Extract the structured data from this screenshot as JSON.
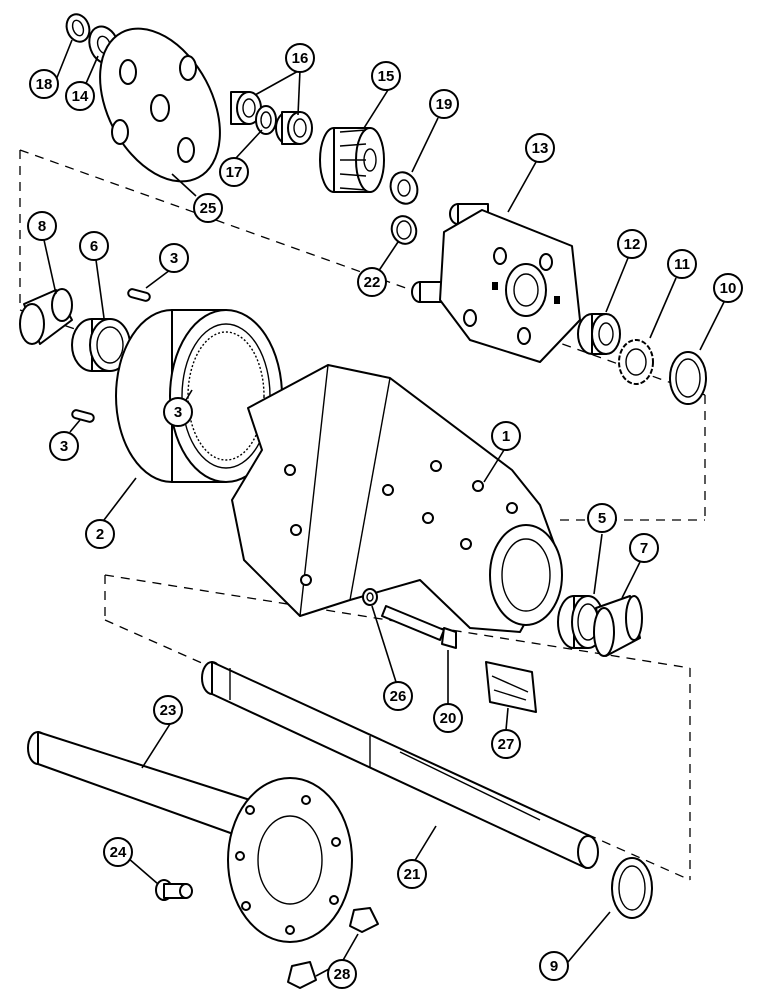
{
  "callouts": [
    {
      "id": "c1",
      "number": "1"
    },
    {
      "id": "c2",
      "number": "2"
    },
    {
      "id": "c3a",
      "number": "3"
    },
    {
      "id": "c3b",
      "number": "3"
    },
    {
      "id": "c3c",
      "number": "3"
    },
    {
      "id": "c5",
      "number": "5"
    },
    {
      "id": "c6",
      "number": "6"
    },
    {
      "id": "c7",
      "number": "7"
    },
    {
      "id": "c8",
      "number": "8"
    },
    {
      "id": "c9",
      "number": "9"
    },
    {
      "id": "c10",
      "number": "10"
    },
    {
      "id": "c11",
      "number": "11"
    },
    {
      "id": "c12",
      "number": "12"
    },
    {
      "id": "c13",
      "number": "13"
    },
    {
      "id": "c14",
      "number": "14"
    },
    {
      "id": "c15",
      "number": "15"
    },
    {
      "id": "c16",
      "number": "16"
    },
    {
      "id": "c17",
      "number": "17"
    },
    {
      "id": "c18",
      "number": "18"
    },
    {
      "id": "c19",
      "number": "19"
    },
    {
      "id": "c20",
      "number": "20"
    },
    {
      "id": "c21",
      "number": "21"
    },
    {
      "id": "c22",
      "number": "22"
    },
    {
      "id": "c23",
      "number": "23"
    },
    {
      "id": "c24",
      "number": "24"
    },
    {
      "id": "c25",
      "number": "25"
    },
    {
      "id": "c26",
      "number": "26"
    },
    {
      "id": "c27",
      "number": "27"
    },
    {
      "id": "c28",
      "number": "28"
    }
  ]
}
